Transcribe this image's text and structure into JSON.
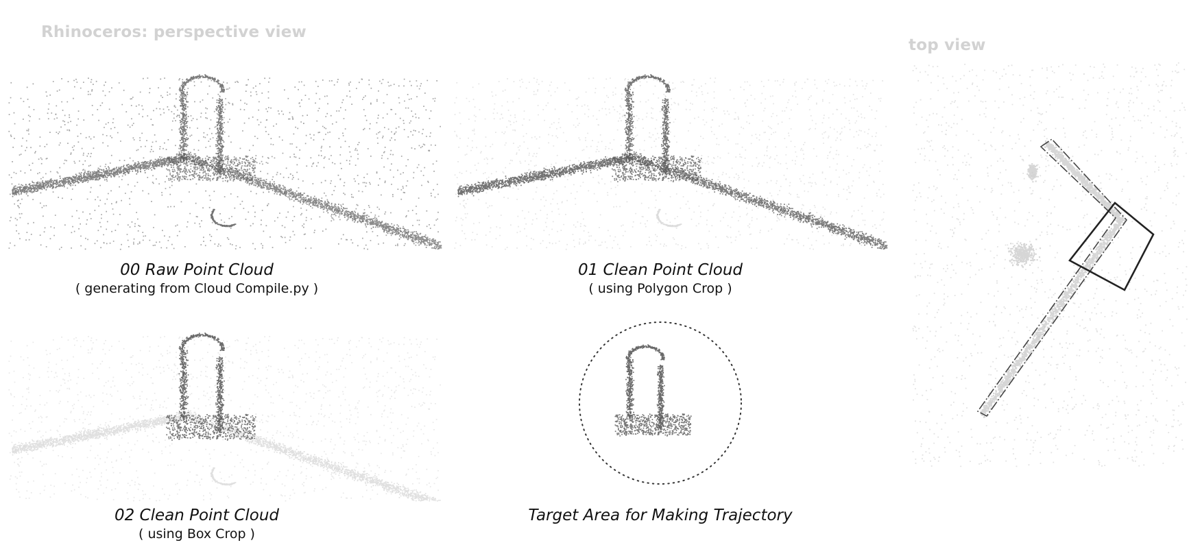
{
  "headers": {
    "perspective": "Rhinoceros: perspective view",
    "top": "top view"
  },
  "panels": [
    {
      "title": "00 Raw Point Cloud",
      "subtitle": "( generating from Cloud Compile.py )"
    },
    {
      "title": "01 Clean Point Cloud",
      "subtitle": "( using Polygon Crop )"
    },
    {
      "title": "02 Clean Point Cloud",
      "subtitle": "( using Box Crop )"
    },
    {
      "title": "Target Area for Making Trajectory",
      "subtitle": ""
    }
  ],
  "colors": {
    "header": "#d2d2d2",
    "point_dark": "#5a5a5a",
    "point_light": "#d8d8d8",
    "caption": "#111111",
    "outline": "#222222"
  }
}
